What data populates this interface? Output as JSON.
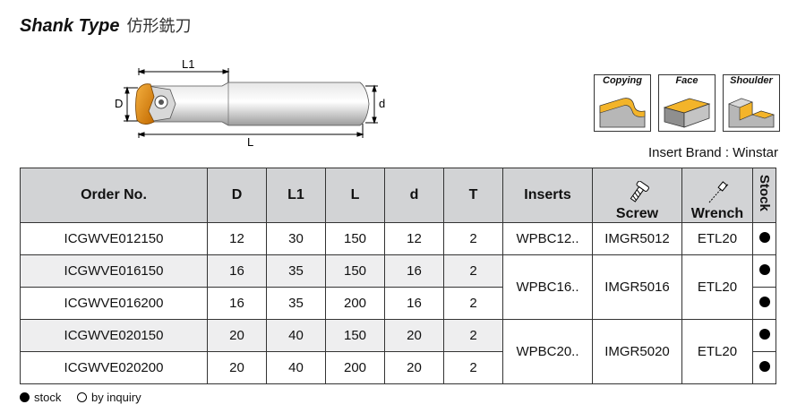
{
  "title": {
    "en": "Shank Type",
    "cn": "仿形銑刀"
  },
  "drawing": {
    "dim_L1": "L1",
    "dim_D": "D",
    "dim_d": "d",
    "dim_L": "L"
  },
  "badges": [
    "Copying",
    "Face",
    "Shoulder"
  ],
  "insert_brand": "Insert Brand : Winstar",
  "table": {
    "headers": {
      "order_no": "Order No.",
      "D": "D",
      "L1": "L1",
      "L": "L",
      "d": "d",
      "T": "T",
      "inserts": "Inserts",
      "screw": "Screw",
      "wrench": "Wrench",
      "stock": "Stock"
    },
    "rows": [
      {
        "order_no": "ICGWVE012150",
        "D": "12",
        "L1": "30",
        "L": "150",
        "d": "12",
        "T": "2"
      },
      {
        "order_no": "ICGWVE016150",
        "D": "16",
        "L1": "35",
        "L": "150",
        "d": "16",
        "T": "2"
      },
      {
        "order_no": "ICGWVE016200",
        "D": "16",
        "L1": "35",
        "L": "200",
        "d": "16",
        "T": "2"
      },
      {
        "order_no": "ICGWVE020150",
        "D": "20",
        "L1": "40",
        "L": "150",
        "d": "20",
        "T": "2"
      },
      {
        "order_no": "ICGWVE020200",
        "D": "20",
        "L1": "40",
        "L": "200",
        "d": "20",
        "T": "2"
      }
    ],
    "groups": [
      {
        "insert": "WPBC12..",
        "screw": "IMGR5012",
        "wrench": "ETL20"
      },
      {
        "insert": "WPBC16..",
        "screw": "IMGR5016",
        "wrench": "ETL20"
      },
      {
        "insert": "WPBC20..",
        "screw": "IMGR5020",
        "wrench": "ETL20"
      }
    ],
    "stock": [
      "in stock",
      "in stock",
      "in stock",
      "in stock",
      "in stock"
    ]
  },
  "legend": {
    "stock": "stock",
    "inquiry": "by inquiry"
  }
}
